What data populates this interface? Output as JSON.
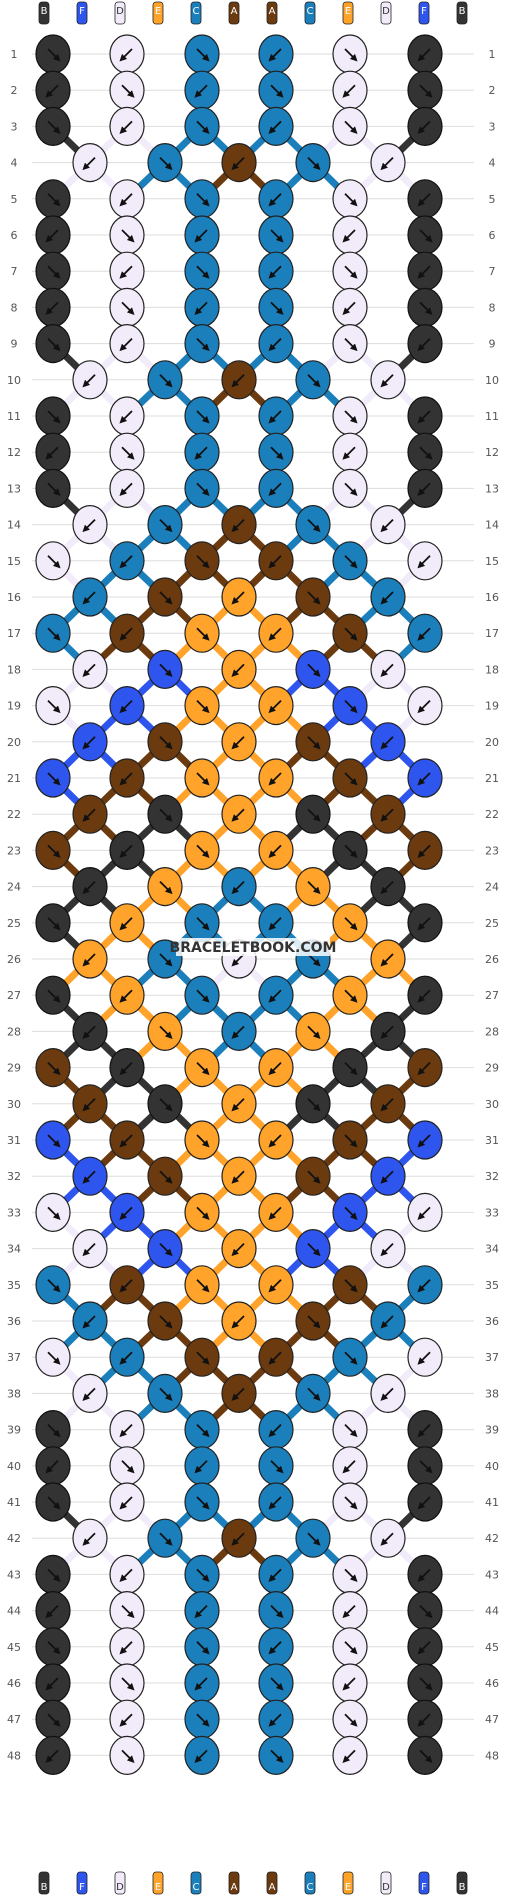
{
  "watermark": "BRACELETBOOK.COM",
  "colors": {
    "B": "#333333",
    "F": "#2e55ee",
    "D": "#f2ecfa",
    "E": "#ffa32a",
    "C": "#1a7fbb",
    "A": "#6b3a0e"
  },
  "strands_top": [
    "B",
    "F",
    "D",
    "E",
    "C",
    "A",
    "A",
    "C",
    "E",
    "D",
    "F",
    "B"
  ],
  "strands_bottom": [
    "B",
    "F",
    "D",
    "E",
    "C",
    "A",
    "A",
    "C",
    "E",
    "D",
    "F",
    "B"
  ],
  "row_numbers": [
    "1",
    "2",
    "3",
    "4",
    "5",
    "6",
    "7",
    "8",
    "9",
    "10",
    "11",
    "12",
    "13",
    "14",
    "15",
    "16",
    "17",
    "18",
    "19",
    "20",
    "21",
    "22",
    "23",
    "24",
    "25",
    "26",
    "27",
    "28",
    "29",
    "30",
    "31",
    "32",
    "33",
    "34",
    "35",
    "36",
    "37",
    "38",
    "39",
    "40",
    "41",
    "42",
    "43",
    "44",
    "45",
    "46",
    "47",
    "48"
  ],
  "knot_rows": [
    [
      "B",
      "D",
      "C",
      "C",
      "D",
      "B"
    ],
    [
      "B",
      "D",
      "C",
      "C",
      "D",
      "B"
    ],
    [
      "B",
      "D",
      "C",
      "C",
      "D",
      "B"
    ],
    [
      "D",
      "C",
      "A",
      "C",
      "D"
    ],
    [
      "B",
      "D",
      "C",
      "C",
      "D",
      "B"
    ],
    [
      "B",
      "D",
      "C",
      "C",
      "D",
      "B"
    ],
    [
      "B",
      "D",
      "C",
      "C",
      "D",
      "B"
    ],
    [
      "B",
      "D",
      "C",
      "C",
      "D",
      "B"
    ],
    [
      "B",
      "D",
      "C",
      "C",
      "D",
      "B"
    ],
    [
      "D",
      "C",
      "A",
      "C",
      "D"
    ],
    [
      "B",
      "D",
      "C",
      "C",
      "D",
      "B"
    ],
    [
      "B",
      "D",
      "C",
      "C",
      "D",
      "B"
    ],
    [
      "B",
      "D",
      "C",
      "C",
      "D",
      "B"
    ],
    [
      "D",
      "C",
      "A",
      "C",
      "D"
    ],
    [
      "D",
      "C",
      "A",
      "A",
      "C",
      "D"
    ],
    [
      "C",
      "A",
      "E",
      "A",
      "C"
    ],
    [
      "C",
      "A",
      "E",
      "E",
      "A",
      "C"
    ],
    [
      "D",
      "F",
      "E",
      "F",
      "D"
    ],
    [
      "D",
      "F",
      "E",
      "E",
      "F",
      "D"
    ],
    [
      "F",
      "A",
      "E",
      "A",
      "F"
    ],
    [
      "F",
      "A",
      "E",
      "E",
      "A",
      "F"
    ],
    [
      "A",
      "B",
      "E",
      "B",
      "A"
    ],
    [
      "A",
      "B",
      "E",
      "E",
      "B",
      "A"
    ],
    [
      "B",
      "E",
      "C",
      "E",
      "B"
    ],
    [
      "B",
      "E",
      "C",
      "C",
      "E",
      "B"
    ],
    [
      "E",
      "C",
      "D",
      "C",
      "E"
    ],
    [
      "B",
      "E",
      "C",
      "C",
      "E",
      "B"
    ],
    [
      "B",
      "E",
      "C",
      "E",
      "B"
    ],
    [
      "A",
      "B",
      "E",
      "E",
      "B",
      "A"
    ],
    [
      "A",
      "B",
      "E",
      "B",
      "A"
    ],
    [
      "F",
      "A",
      "E",
      "E",
      "A",
      "F"
    ],
    [
      "F",
      "A",
      "E",
      "A",
      "F"
    ],
    [
      "D",
      "F",
      "E",
      "E",
      "F",
      "D"
    ],
    [
      "D",
      "F",
      "E",
      "F",
      "D"
    ],
    [
      "C",
      "A",
      "E",
      "E",
      "A",
      "C"
    ],
    [
      "C",
      "A",
      "E",
      "A",
      "C"
    ],
    [
      "D",
      "C",
      "A",
      "A",
      "C",
      "D"
    ],
    [
      "D",
      "C",
      "A",
      "C",
      "D"
    ],
    [
      "B",
      "D",
      "C",
      "C",
      "D",
      "B"
    ],
    [
      "B",
      "D",
      "C",
      "C",
      "D",
      "B"
    ],
    [
      "B",
      "D",
      "C",
      "C",
      "D",
      "B"
    ],
    [
      "D",
      "C",
      "A",
      "C",
      "D"
    ],
    [
      "B",
      "D",
      "C",
      "C",
      "D",
      "B"
    ],
    [
      "B",
      "D",
      "C",
      "C",
      "D",
      "B"
    ],
    [
      "B",
      "D",
      "C",
      "C",
      "D",
      "B"
    ],
    [
      "B",
      "D",
      "C",
      "C",
      "D",
      "B"
    ],
    [
      "B",
      "D",
      "C",
      "C",
      "D",
      "B"
    ],
    [
      "B",
      "D",
      "C",
      "C",
      "D",
      "B"
    ]
  ]
}
